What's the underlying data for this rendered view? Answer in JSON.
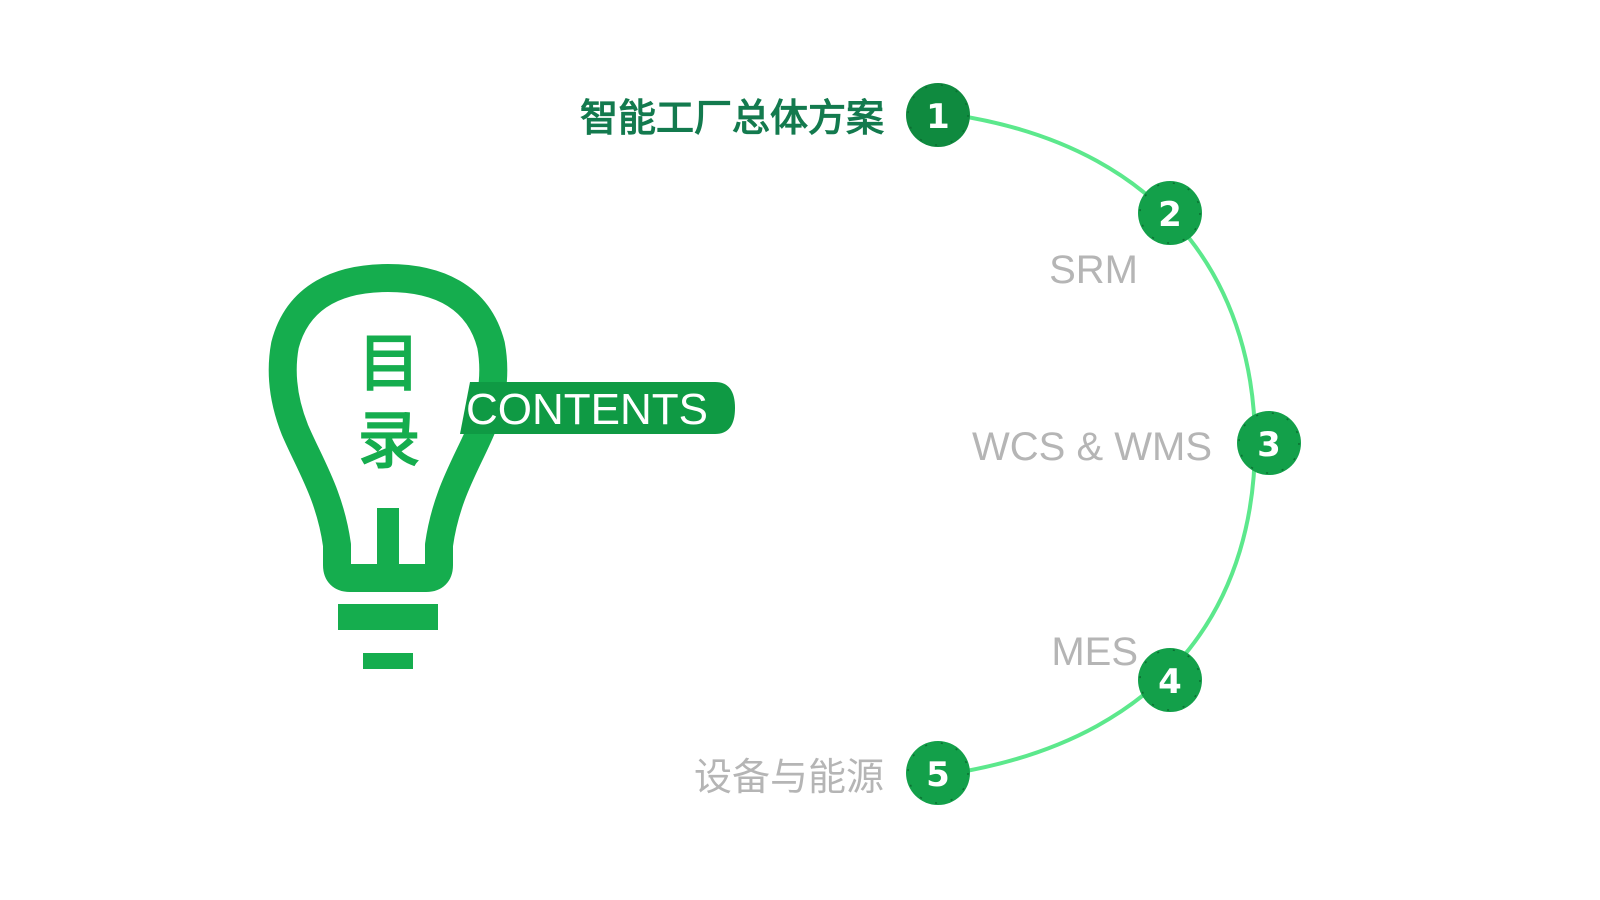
{
  "colors": {
    "bulb_green": "#15ad4e",
    "badge_green": "#13a04a",
    "badge_dark": "#0f8a3f",
    "arc_green": "#5ce88c",
    "active_text": "#137a4e",
    "inactive_text": "#b5b5b5"
  },
  "title": {
    "char_1": "目",
    "char_2": "录",
    "subtitle": "CONTENTS"
  },
  "icons": {
    "bulb": "lightbulb-icon"
  },
  "items": [
    {
      "number": "1",
      "label": "智能工厂总体方案",
      "active": true
    },
    {
      "number": "2",
      "label": "SRM",
      "active": false
    },
    {
      "number": "3",
      "label": "WCS & WMS",
      "active": false
    },
    {
      "number": "4",
      "label": "MES",
      "active": false
    },
    {
      "number": "5",
      "label": "设备与能源",
      "active": false
    }
  ]
}
